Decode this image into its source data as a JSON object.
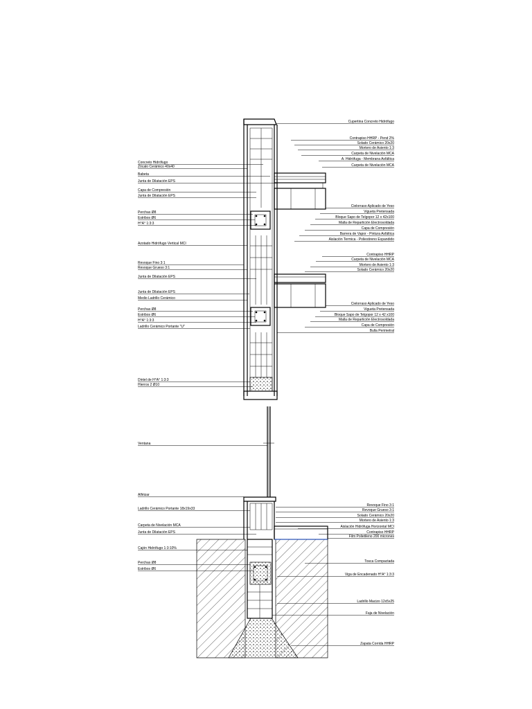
{
  "labels_right": [
    "Cupertina Concreto Hidrófugo",
    "Contrapiso HHRP - Pend 2%",
    "Solado Cerámico 20x20",
    "Mortero de Asiento 1:3",
    "Carpeta de Nivelación MCA",
    "A. Hidrófuga - Membrana Asfáltica",
    "Carpeta de Nivelación MCA",
    "Cielorraso Aplicado de Yeso",
    "Vigueta Pretensada",
    "Bloque Sapo de Telgopor 12 x 42x100",
    "Malla de Repartición Electrosoldada",
    "Capa de Compresión",
    "Barrera de Vapor - Pintura Asfáltica",
    "Aislación Termica - Poliestireno Expandido",
    "Contrapiso HHRP",
    "Carpeta de Nivelación MCA",
    "Mortero de Asiento 1:3",
    "Solado Cerámico 20x20",
    "Cielorraso Aplicado de Yeso",
    "Vigueta Pretensada",
    "Bloque Sapo de Telgopor 12 x 42 x100",
    "Malla de Repartición Electrosoldada",
    "Capa de Compresión",
    "Bulla Perimetral",
    "Revoque Fino 3:1",
    "Revoque Grueso 3:1",
    "Solado Cerámico 20x20",
    "Mortero de Asiento 1:3",
    "Aislación Hidrófuga Horizontal MCI",
    "Contrapiso HHRP",
    "Film Polietileno 200 micrones",
    "Tosca Compactada",
    "Viga de Encadenado H°A° 1:3:3",
    "Ladrillo Macizo 12x5x25",
    "Faja de Nivelación",
    "Zapata Corrida HHRP"
  ],
  "labels_left": [
    "Concreto Hidrófugo",
    "Zócalo Cerámico 40x40",
    "Babeta",
    "Junta de Dilatación EPS",
    "Capa de Compresión",
    "Junta de Dilatación EPS",
    "Perchas Ø8",
    "Estribos Ø6",
    "H°A° 1:3:3",
    "Azotado Hidrófugo Vertical MCI",
    "Revoque Fino 3:1",
    "Revoque Grueso 3:1",
    "Junta de Dilatación EPS",
    "Junta de Dilatación EPS",
    "Medio Ladrillo Cerámico",
    "Perchas Ø8",
    "Estribos Ø6",
    "H°A° 1:3:3",
    "Ladrillo Cerámico Portante \"U\"",
    "Dintel de H°A° 1:3:3",
    "Hierros 2 Ø10",
    "Ventana",
    "Alféizar",
    "Ladrillo Cerámico Portante 18x19x33",
    "Carpeta de Nivelación MCA",
    "Junta de Dilatación EPS",
    "Cajón Hidrófugo 1:3:10%",
    "Perchas Ø8",
    "Estribos Ø6"
  ]
}
